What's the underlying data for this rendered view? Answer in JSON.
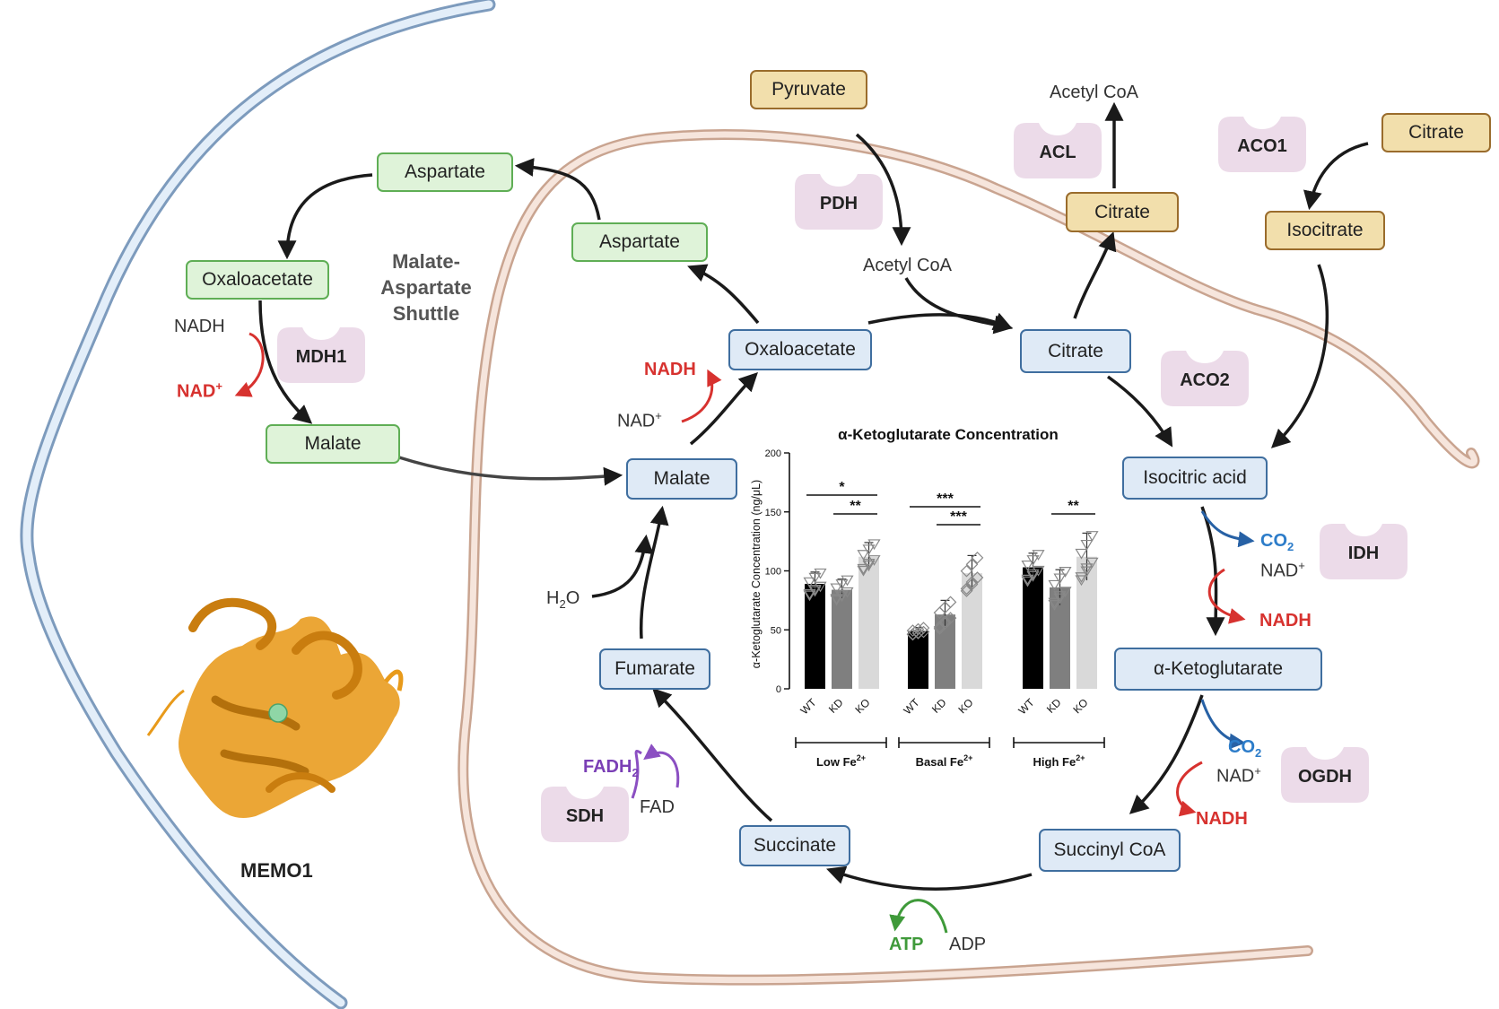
{
  "shuttle_title": [
    "Malate-",
    "Aspartate",
    "Shuttle"
  ],
  "protein_label": "MEMO1",
  "nodes": {
    "pyruvate": "Pyruvate",
    "acetyl_coa_mito": "Acetyl CoA",
    "acetyl_coa_cyto": "Acetyl CoA",
    "citrate_export": "Citrate",
    "citrate_cyto": "Citrate",
    "isocitrate_cyto": "Isocitrate",
    "aspartate_cyto": "Aspartate",
    "oxaloacetate_cyto": "Oxaloacetate",
    "malate_cyto": "Malate",
    "aspartate_mito": "Aspartate",
    "oxaloacetate_mito": "Oxaloacetate",
    "citrate_mito": "Citrate",
    "isocitric_acid": "Isocitric acid",
    "alpha_kg": "α-Ketoglutarate",
    "succinyl_coa": "Succinyl CoA",
    "succinate": "Succinate",
    "fumarate": "Fumarate",
    "malate_mito": "Malate"
  },
  "enzymes": {
    "pdh": "PDH",
    "acl": "ACL",
    "aco1": "ACO1",
    "aco2": "ACO2",
    "idh": "IDH",
    "ogdh": "OGDH",
    "sdh": "SDH",
    "mdh1": "MDH1"
  },
  "cofactors": {
    "nadh_mdh1_in": "NADH",
    "nad_mdh1_out": "NAD",
    "nad_mdh_in": "NAD",
    "nadh_mdh_out": "NADH",
    "h2o": "H",
    "h2o_sub": "2",
    "h2o_tail": "O",
    "fadh2": "FADH",
    "fadh2_sub": "2",
    "fad": "FAD",
    "atp": "ATP",
    "adp": "ADP",
    "co2_idh": "CO",
    "co2_idh_sub": "2",
    "nad_idh": "NAD",
    "nadh_idh": "NADH",
    "co2_ogdh": "CO",
    "co2_ogdh_sub": "2",
    "nad_ogdh": "NAD",
    "nadh_ogdh": "NADH",
    "plus": "+"
  },
  "colors": {
    "mito_membrane": "#ecd0c3",
    "cell_membrane": "#b6cde5",
    "nadh_red": "#d7322f",
    "co2_blue": "#2c7cc9",
    "fadh2_purple": "#7a3fb5",
    "atp_green": "#3f9a3a",
    "enzyme_fill": "#ecdbe9",
    "protein_orange": "#e89a1a"
  },
  "chart_data": {
    "type": "bar",
    "title": "α-Ketoglutarate Concentration",
    "ylabel": "α-Ketoglutarate Concentration (ng/μL)",
    "ylim": [
      0,
      200
    ],
    "yticks": [
      "0",
      "50",
      "100",
      "150",
      "200"
    ],
    "groups": [
      {
        "name": "Low Fe",
        "name_sup": "2+",
        "categories": [
          "WT",
          "KD",
          "KO"
        ],
        "values": [
          89,
          84,
          112
        ],
        "errors": [
          10,
          9,
          12
        ]
      },
      {
        "name": "Basal Fe",
        "name_sup": "2+",
        "categories": [
          "WT",
          "KD",
          "KO"
        ],
        "values": [
          49,
          63,
          98
        ],
        "errors": [
          3,
          12,
          15
        ]
      },
      {
        "name": "High Fe",
        "name_sup": "2+",
        "categories": [
          "WT",
          "KD",
          "KO"
        ],
        "values": [
          103,
          86,
          112
        ],
        "errors": [
          12,
          15,
          20
        ]
      }
    ],
    "bar_colors": [
      "#000000",
      "#7f7f7f",
      "#d9d9d9"
    ],
    "significance": [
      {
        "group": 0,
        "from": 0,
        "to": 2,
        "label": "*"
      },
      {
        "group": 0,
        "from": 1,
        "to": 2,
        "label": "**"
      },
      {
        "group": 1,
        "from": 0,
        "to": 2,
        "label": "***"
      },
      {
        "group": 1,
        "from": 1,
        "to": 2,
        "label": "***"
      },
      {
        "group": 2,
        "from": 1,
        "to": 2,
        "label": "**"
      }
    ]
  }
}
